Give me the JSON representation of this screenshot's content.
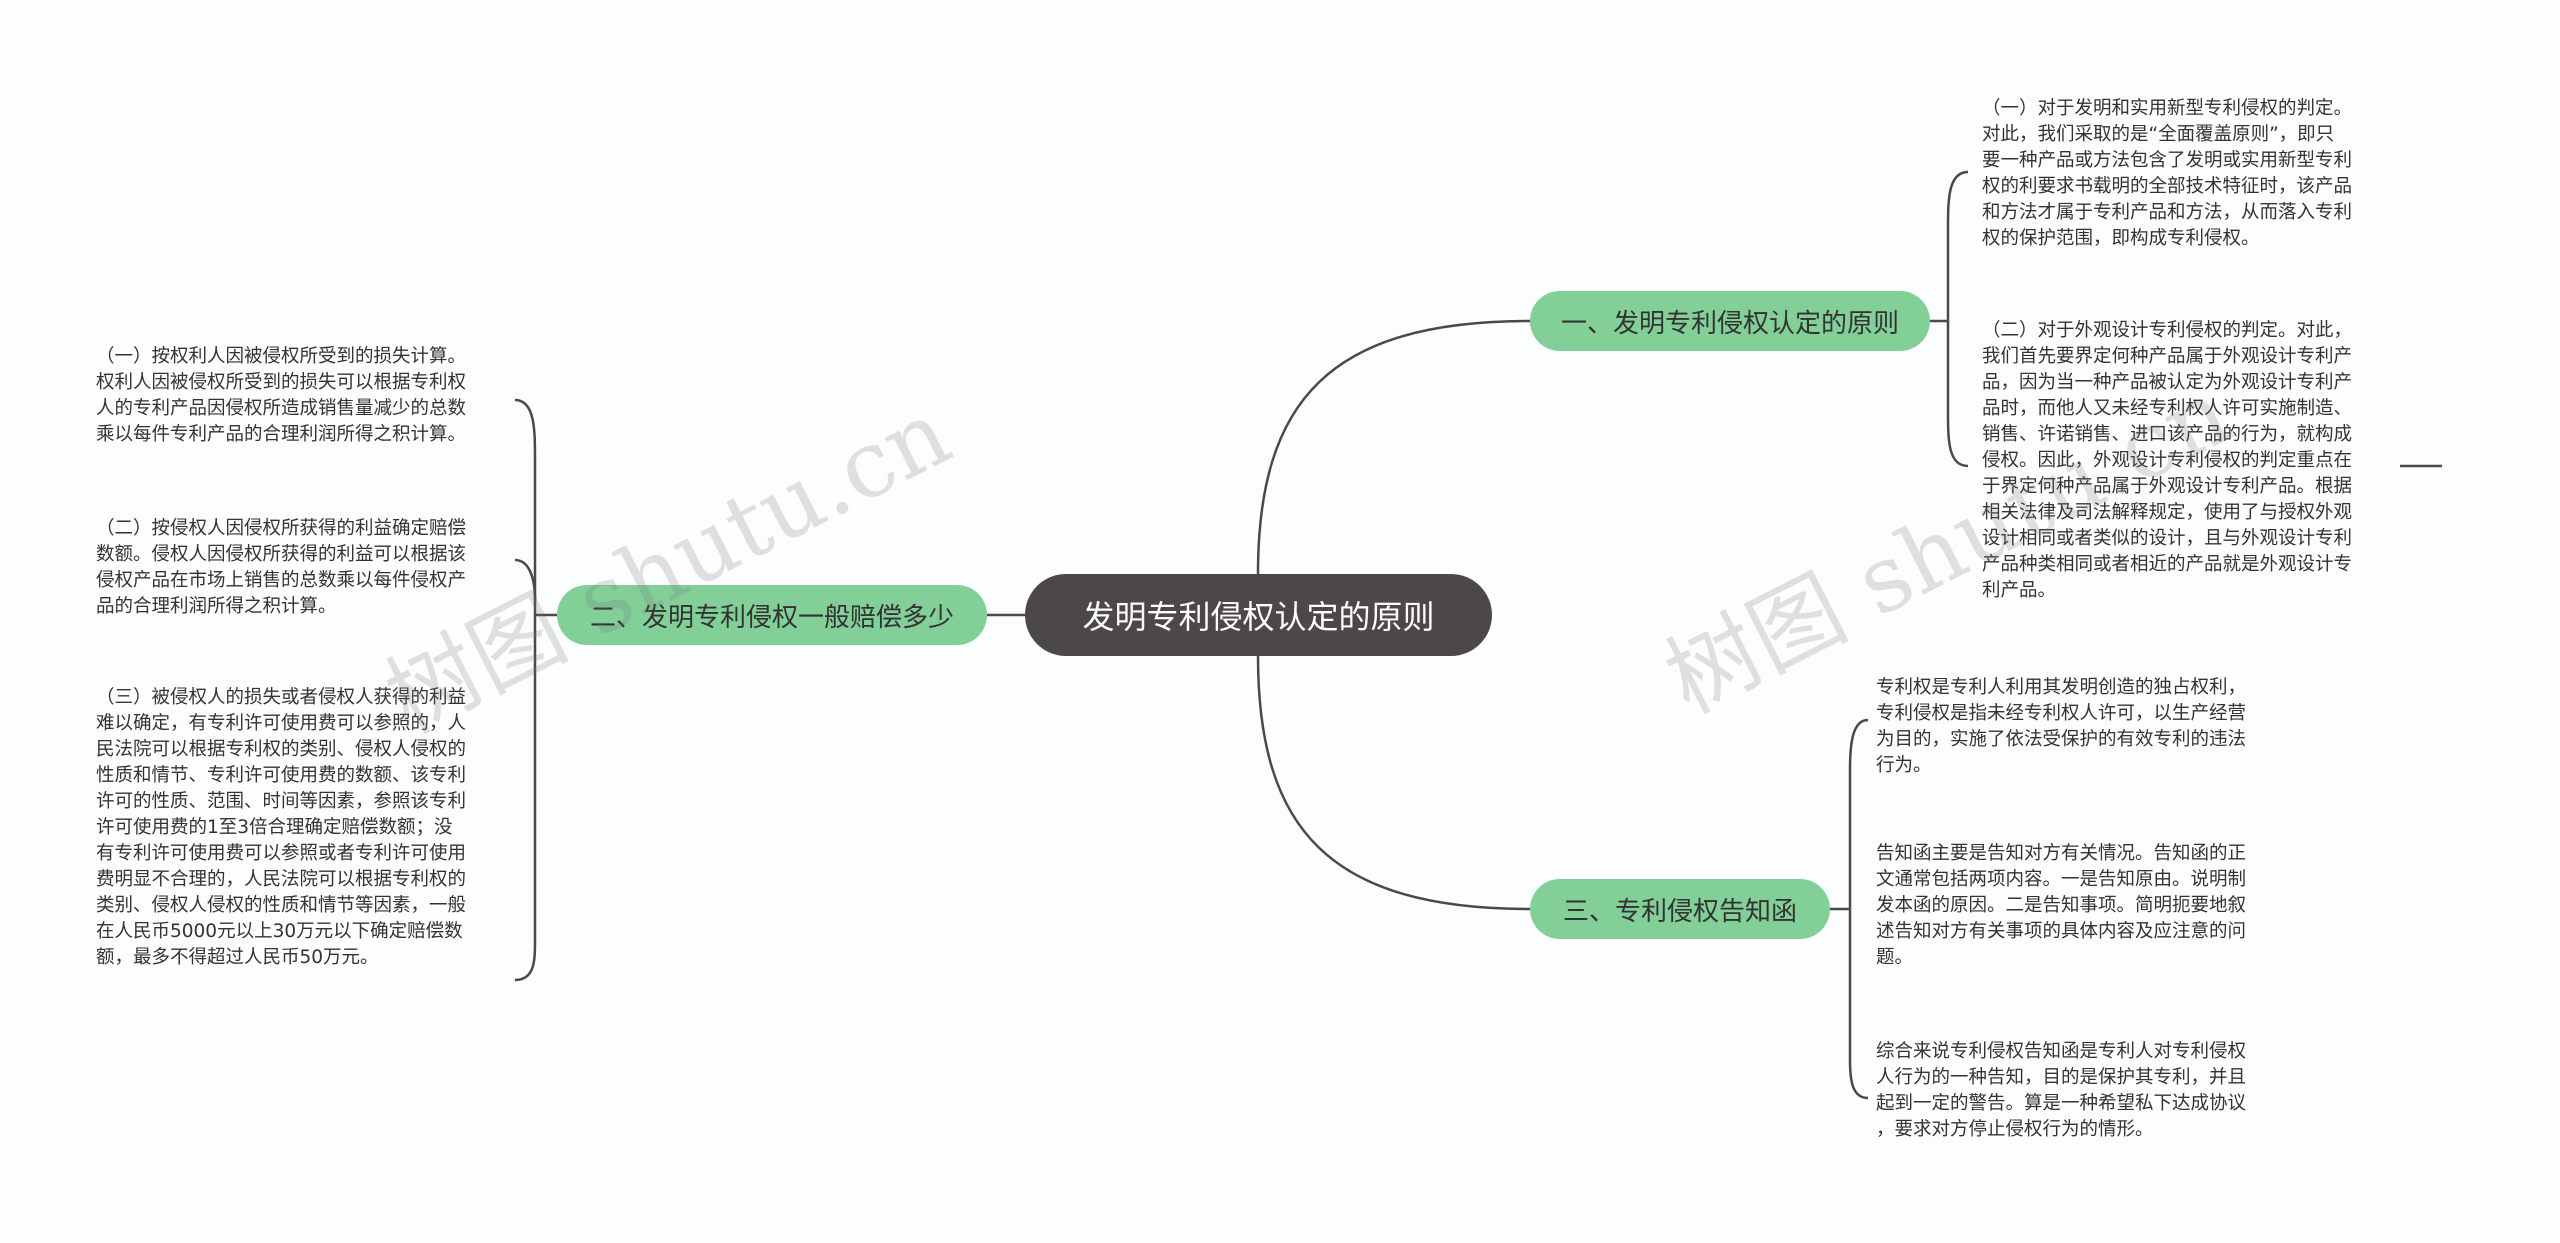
{
  "root": {
    "label": "发明专利侵权认定的原则"
  },
  "branches": [
    {
      "label": "一、发明专利侵权认定的原则",
      "leaves": [
        "（一）对于发明和实用新型专利侵权的判定。\n对此，我们采取的是“全面覆盖原则”，即只\n要一种产品或方法包含了发明或实用新型专利\n权的利要求书载明的全部技术特征时，该产品\n和方法才属于专利产品和方法，从而落入专利\n权的保护范围，即构成专利侵权。",
        "（二）对于外观设计专利侵权的判定。对此，\n我们首先要界定何种产品属于外观设计专利产\n品，因为当一种产品被认定为外观设计专利产\n品时，而他人又未经专利权人许可实施制造、\n销售、许诺销售、进口该产品的行为，就构成\n侵权。因此，外观设计专利侵权的判定重点在\n于界定何种产品属于外观设计专利产品。根据\n相关法律及司法解释规定，使用了与授权外观\n设计相同或者类似的设计，且与外观设计专利\n产品种类相同或者相近的产品就是外观设计专\n利产品。"
      ]
    },
    {
      "label": "二、发明专利侵权一般赔偿多少",
      "leaves": [
        "（一）按权利人因被侵权所受到的损失计算。\n权利人因被侵权所受到的损失可以根据专利权\n人的专利产品因侵权所造成销售量减少的总数\n乘以每件专利产品的合理利润所得之积计算。",
        "（二）按侵权人因侵权所获得的利益确定赔偿\n数额。侵权人因侵权所获得的利益可以根据该\n侵权产品在市场上销售的总数乘以每件侵权产\n品的合理利润所得之积计算。",
        "（三）被侵权人的损失或者侵权人获得的利益\n难以确定，有专利许可使用费可以参照的，人\n民法院可以根据专利权的类别、侵权人侵权的\n性质和情节、专利许可使用费的数额、该专利\n许可的性质、范围、时间等因素，参照该专利\n许可使用费的1至3倍合理确定赔偿数额；没\n有专利许可使用费可以参照或者专利许可使用\n费明显不合理的，人民法院可以根据专利权的\n类别、侵权人侵权的性质和情节等因素，一般\n在人民币5000元以上30万元以下确定赔偿数\n额，最多不得超过人民币50万元。"
      ]
    },
    {
      "label": "三、专利侵权告知函",
      "leaves": [
        "专利权是专利人利用其发明创造的独占权利，\n专利侵权是指未经专利权人许可，以生产经营\n为目的，实施了依法受保护的有效专利的违法\n行为。",
        "告知函主要是告知对方有关情况。告知函的正\n文通常包括两项内容。一是告知原由。说明制\n发本函的原因。二是告知事项。简明扼要地叙\n述告知对方有关事项的具体内容及应注意的问\n题。",
        "综合来说专利侵权告知函是专利人对专利侵权\n人行为的一种告知，目的是保护其专利，并且\n起到一定的警告。算是一种希望私下达成协议\n，要求对方停止侵权行为的情形。"
      ]
    }
  ],
  "watermarks": [
    "树图 shutu.cn",
    "树图 shutu.cn"
  ],
  "colors": {
    "root_fill": "#4d4848",
    "branch_fill": "#82cf98",
    "line": "#4d4848",
    "background": "#fbfdfe"
  }
}
